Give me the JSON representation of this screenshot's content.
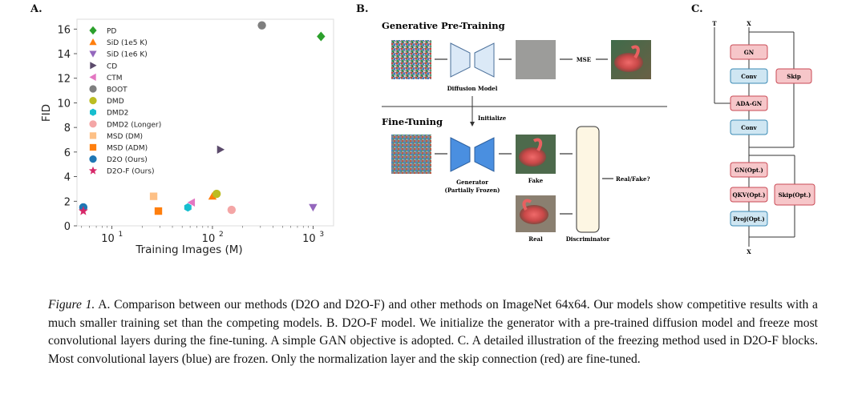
{
  "panels": {
    "a_label": "A.",
    "b_label": "B.",
    "c_label": "C."
  },
  "chart_data": {
    "type": "scatter",
    "xlabel": "Training Images (M)",
    "ylabel": "FID",
    "xscale": "log",
    "xlim": [
      4.5,
      1600
    ],
    "ylim": [
      0,
      16.8
    ],
    "yticks": [
      0,
      2,
      4,
      6,
      8,
      10,
      12,
      14,
      16
    ],
    "xticks": [
      {
        "value": 10,
        "base": "10",
        "exp": "1"
      },
      {
        "value": 100,
        "base": "10",
        "exp": "2"
      },
      {
        "value": 1000,
        "base": "10",
        "exp": "3"
      }
    ],
    "grid": false,
    "legend_position": "top-left",
    "series": [
      {
        "name": "PD",
        "marker": "diamond",
        "color": "#2ca02c",
        "points": [
          [
            1200,
            15.4
          ]
        ]
      },
      {
        "name": "SiD (1e5 K)",
        "marker": "triangle-up",
        "color": "#ff7f0e",
        "points": [
          [
            100,
            2.4
          ]
        ]
      },
      {
        "name": "SiD (1e6 K)",
        "marker": "triangle-down",
        "color": "#9467bd",
        "points": [
          [
            1000,
            1.5
          ]
        ]
      },
      {
        "name": "CD",
        "marker": "triangle-right",
        "color": "#5b4a6b",
        "points": [
          [
            120,
            6.2
          ]
        ]
      },
      {
        "name": "CTM",
        "marker": "triangle-left",
        "color": "#e377c2",
        "points": [
          [
            62,
            1.9
          ]
        ]
      },
      {
        "name": "BOOT",
        "marker": "circle",
        "color": "#7f7f7f",
        "points": [
          [
            310,
            16.3
          ]
        ]
      },
      {
        "name": "DMD",
        "marker": "circle",
        "color": "#bcbd22",
        "points": [
          [
            110,
            2.6
          ]
        ]
      },
      {
        "name": "DMD2",
        "marker": "hexagon",
        "color": "#17becf",
        "points": [
          [
            57,
            1.5
          ]
        ]
      },
      {
        "name": "DMD2 (Longer)",
        "marker": "circle",
        "color": "#f4a6a6",
        "points": [
          [
            155,
            1.3
          ]
        ]
      },
      {
        "name": "MSD (DM)",
        "marker": "square",
        "color": "#fdc086",
        "points": [
          [
            26,
            2.4
          ]
        ]
      },
      {
        "name": "MSD (ADM)",
        "marker": "square",
        "color": "#ff7f0e",
        "points": [
          [
            29,
            1.2
          ]
        ]
      },
      {
        "name": "D2O (Ours)",
        "marker": "circle",
        "color": "#1f77b4",
        "points": [
          [
            5.2,
            1.5
          ]
        ]
      },
      {
        "name": "D2O-F (Ours)",
        "marker": "star",
        "color": "#d62768",
        "points": [
          [
            5.2,
            1.2
          ]
        ]
      }
    ]
  },
  "diagram_b": {
    "pretrain_title": "Generative Pre-Training",
    "diffusion_model": "Diffusion Model",
    "mse": "MSE",
    "initialize": "Initialize",
    "finetune_title": "Fine-Tuning",
    "generator_l1": "Generator",
    "generator_l2": "(Partially Frozen)",
    "fake": "Fake",
    "real": "Real",
    "discriminator": "Discriminator",
    "realfake": "Real/Fake?",
    "colors": {
      "frozen_blue": "#4a8fe0",
      "light_blue": "#dbe9f7",
      "disc_fill": "#fdf6e3"
    }
  },
  "diagram_c": {
    "t_label": "T",
    "x_top": "X",
    "x_bottom": "X",
    "gn": "GN",
    "conv1": "Conv",
    "skip": "Skip",
    "adagn": "ADA-GN",
    "conv2": "Conv",
    "gn_opt": "GN(Opt.)",
    "qkv_opt": "QKV(Opt.)",
    "skip_opt": "Skip(Opt.)",
    "proj_opt": "Proj(Opt.)",
    "colors": {
      "red_fill": "#f6c6c9",
      "red_stroke": "#c94a55",
      "blue_fill": "#cfe6f2",
      "blue_stroke": "#3b8bb5"
    }
  },
  "caption": {
    "fig": "Figure 1.",
    "a": "A",
    "a_text": ". Comparison between our methods (D2O and D2O-F) and other methods on ImageNet 64x64. Our models show competitive results with a much smaller training set than the competing models. ",
    "b": "B.",
    "b_text": " D2O-F model. We initialize the generator with a pre-trained diffusion model and freeze most convolutional layers during the fine-tuning. A simple GAN objective is adopted. ",
    "c": "C.",
    "c_text": " A detailed illustration of the freezing method used in D2O-F blocks. Most convolutional layers (blue) are frozen. Only the normalization layer and the skip connection (red) are fine-tuned."
  }
}
